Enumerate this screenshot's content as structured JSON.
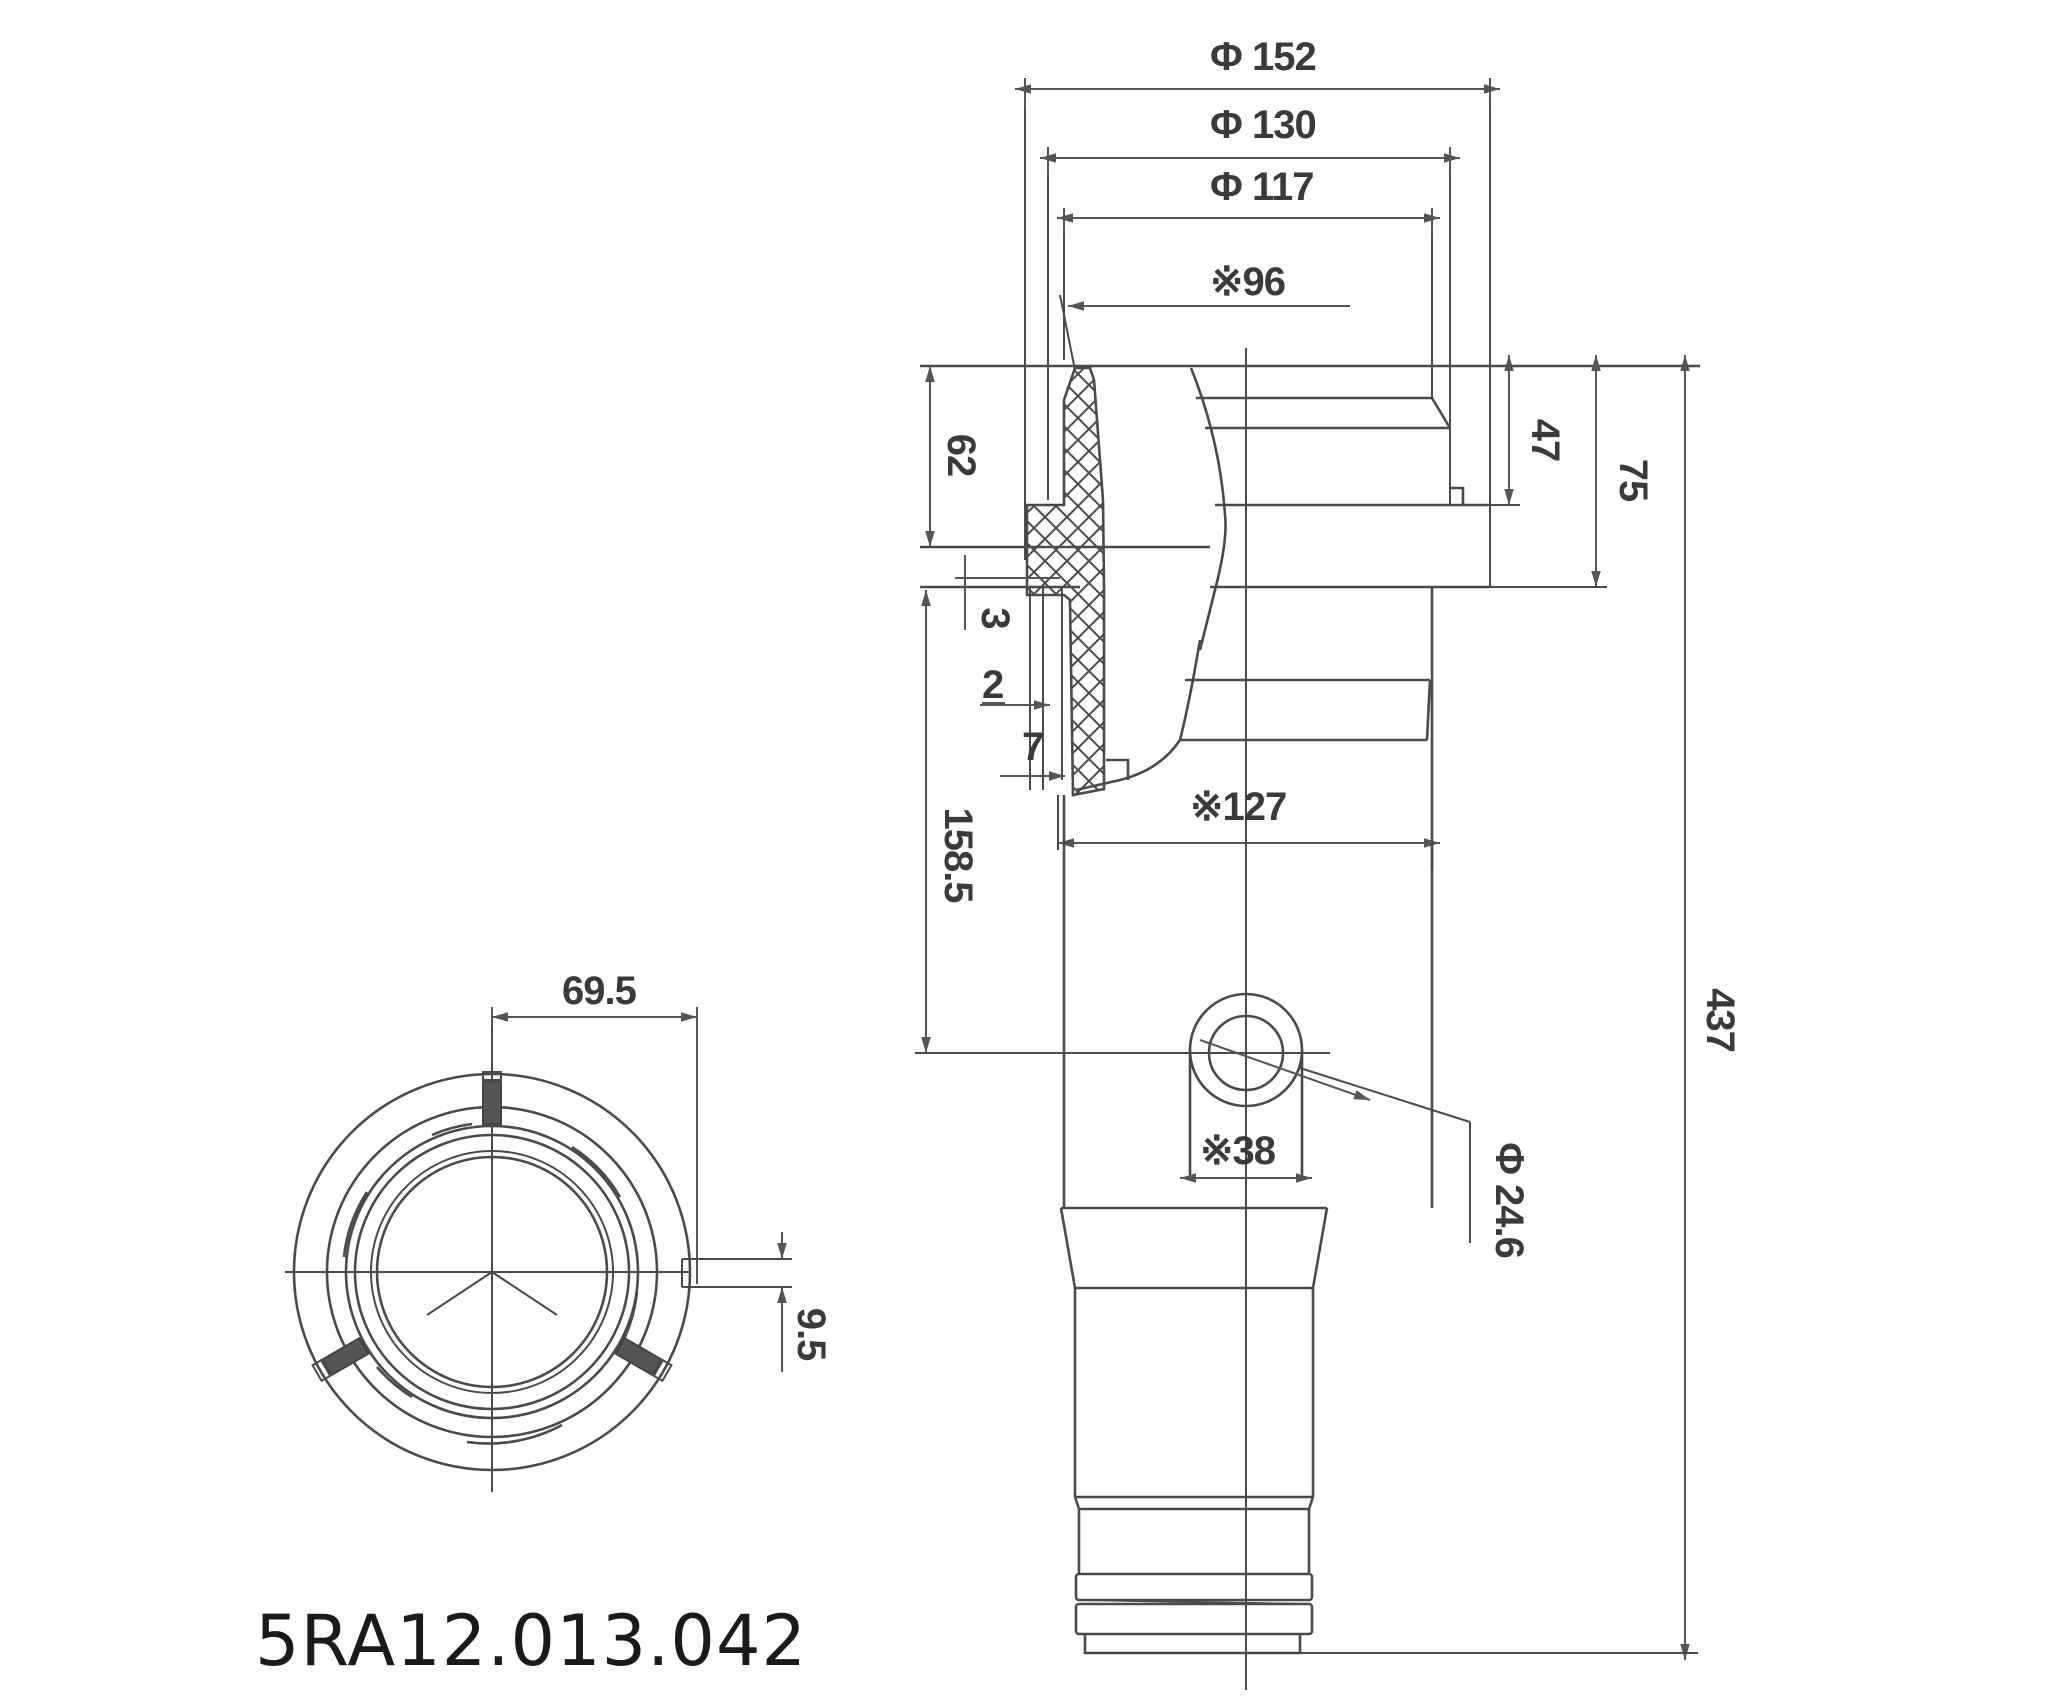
{
  "drawing": {
    "part_number": "5RA12.013.042",
    "side_view": {
      "dimensions": {
        "dia_152": "Φ 152",
        "dia_130": "Φ 130",
        "dia_117": "Φ 117",
        "ref_96": "※96",
        "ref_127": "※127",
        "ref_38": "※38",
        "dia_24_6": "Φ 24.6",
        "h_62": "62",
        "h_3": "3",
        "w_2": "2",
        "w_7": "7",
        "h_158_5": "158.5",
        "h_47": "47",
        "h_75": "75",
        "h_437": "437"
      }
    },
    "end_view": {
      "dimensions": {
        "offset_69_5": "69.5",
        "slot_9_5": "9.5"
      }
    },
    "colors": {
      "line": "#4a4a4a",
      "text": "#3a3a3a",
      "background": "#ffffff"
    }
  }
}
